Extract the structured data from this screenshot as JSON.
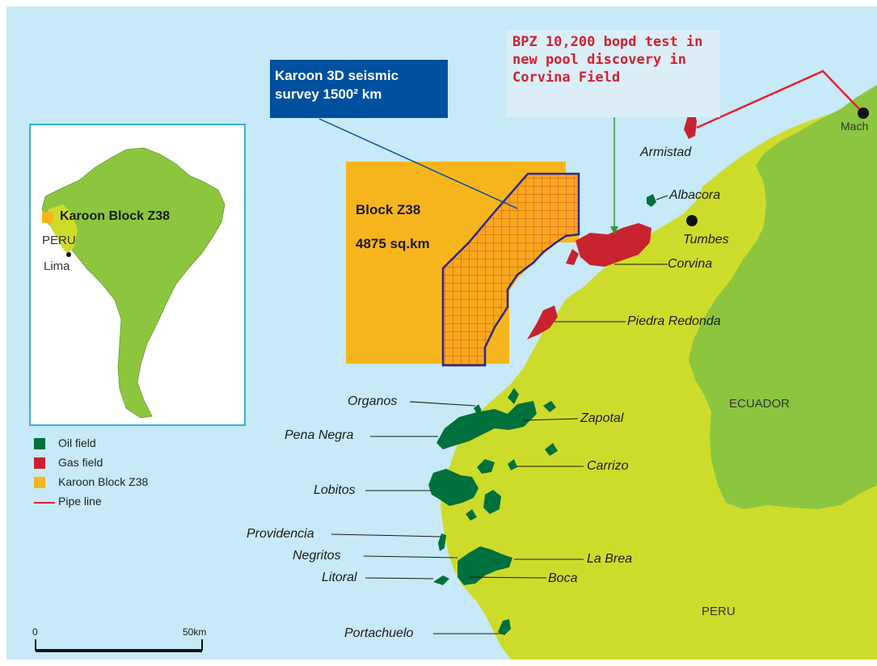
{
  "colors": {
    "sea": "#c8e9f7",
    "land_peru": "#cddc2b",
    "land_ecuador": "#8cc63f",
    "oil_field": "#00703c",
    "gas_field": "#c8222f",
    "block": "#f7b51d",
    "pipe_line": "#e5202e",
    "karoon_box": "#0050a0",
    "bpz_text": "#d4202f"
  },
  "callouts": {
    "bpz_line1": "BPZ 10,200 bopd test in",
    "bpz_line2": "new pool discovery in",
    "bpz_line3": "Corvina Field",
    "karoon_line1": "Karoon 3D seismic",
    "karoon_line2": "survey 1500² km"
  },
  "block": {
    "name": "Block Z38",
    "area": "4875 sq.km"
  },
  "place_labels": {
    "mach": "Mach",
    "armistad": "Armistad",
    "albacora": "Albacora",
    "tumbes": "Tumbes",
    "corvina": "Corvina",
    "piedra_redonda": "Piedra Redonda",
    "organos": "Organos",
    "zapotal": "Zapotal",
    "pena_negra": "Pena Negra",
    "carrizo": "Carrizo",
    "lobitos": "Lobitos",
    "providencia": "Providencia",
    "negritos": "Negritos",
    "la_brea": "La Brea",
    "litoral": "Litoral",
    "boca": "Boca",
    "portachuelo": "Portachuelo"
  },
  "country_labels": {
    "ecuador": "ECUADOR",
    "peru": "PERU"
  },
  "inset": {
    "block_label": "Karoon Block Z38",
    "country": "PERU",
    "city": "Lima"
  },
  "legend": {
    "items": [
      {
        "label": "Oil field",
        "color": "#00703c",
        "symbol": "square"
      },
      {
        "label": "Gas field",
        "color": "#c8222f",
        "symbol": "square"
      },
      {
        "label": "Karoon Block Z38",
        "color": "#f7b51d",
        "symbol": "square"
      },
      {
        "label": "Pipe line",
        "color": "#e5202e",
        "symbol": "line"
      }
    ]
  },
  "scale_bar": {
    "start": "0",
    "end": "50km"
  }
}
